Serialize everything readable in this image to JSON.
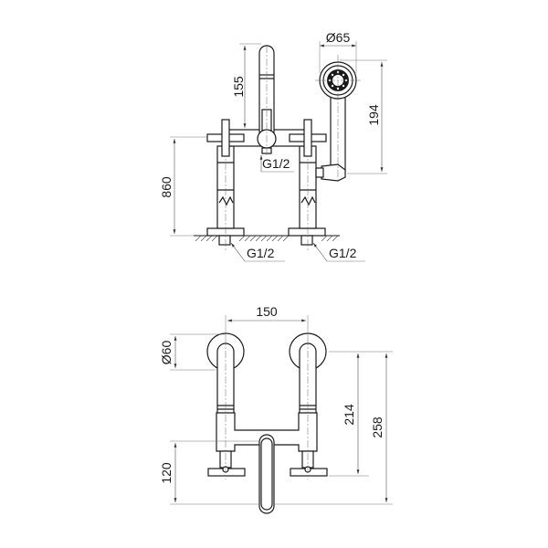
{
  "drawing": {
    "type": "technical-drawing",
    "subject": "bath mixer tap with hand shower, floor standing",
    "line_color": "#1a1a1a",
    "background": "#ffffff"
  },
  "side_view": {
    "dimensions": {
      "spout_height": "155",
      "shower_head_diameter": "Ø65",
      "shower_length": "194",
      "overall_height": "860"
    },
    "thread_labels": {
      "outlet": "G1/2",
      "left_inlet": "G1/2",
      "right_inlet": "G1/2"
    }
  },
  "top_view": {
    "dimensions": {
      "center_distance": "150",
      "flange_diameter": "Ø60",
      "depth_to_handles": "214",
      "overall_depth": "258",
      "spout_offset": "120"
    }
  }
}
